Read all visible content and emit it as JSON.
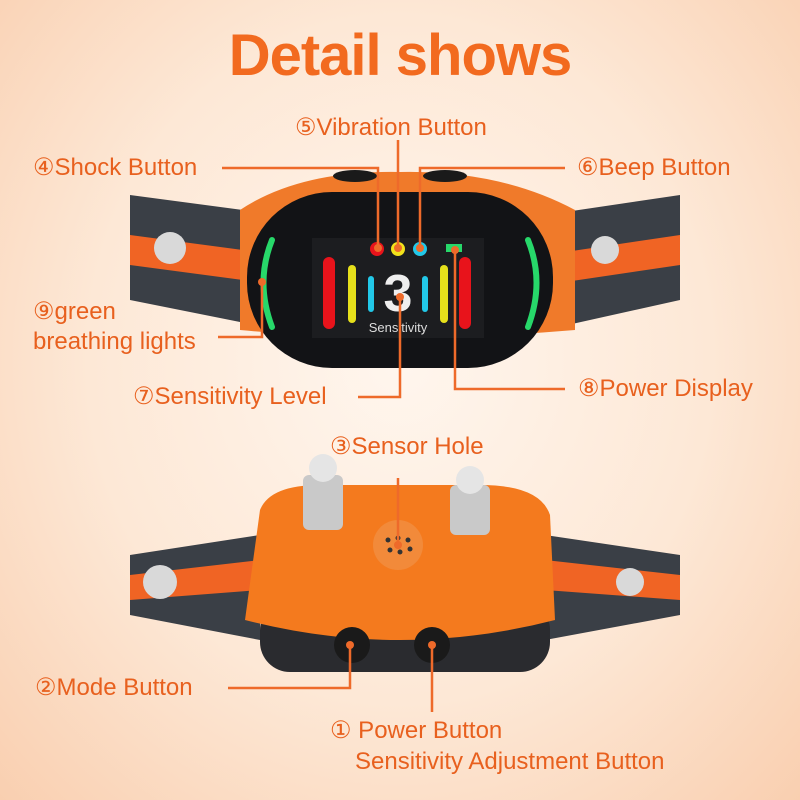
{
  "title": "Detail shows",
  "labels": {
    "vibration": "⑤Vibration Button",
    "shock": "④Shock Button",
    "beep": "⑥Beep Button",
    "breathing_1": "⑨green",
    "breathing_2": "breathing lights",
    "sensitivity_level": "⑦Sensitivity Level",
    "power_display": "⑧Power Display",
    "sensor_hole": "③Sensor Hole",
    "mode": "②Mode Button",
    "power_1": "① Power Button",
    "power_2": "Sensitivity Adjustment Button"
  },
  "display": {
    "level": "3",
    "caption": "Sensitivity"
  },
  "colors": {
    "accent": "#f26a1f",
    "line": "#ee6a2a",
    "screen_green": "#27d86a"
  }
}
